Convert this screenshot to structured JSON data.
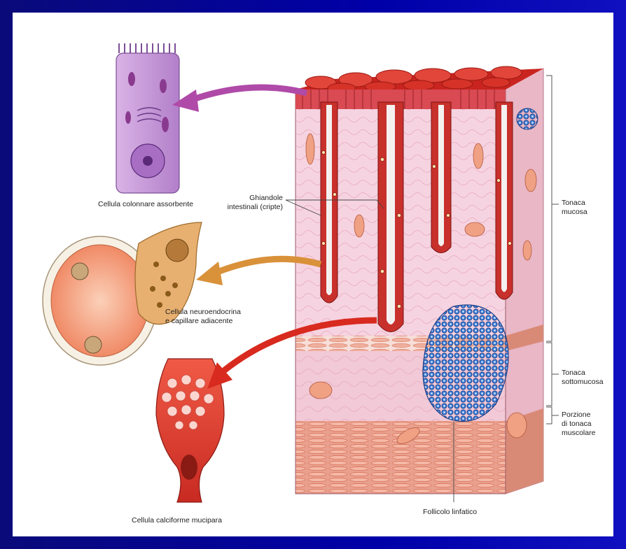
{
  "labels": {
    "absorbent_cell": "Cellula colonnare assorbente",
    "glands_line1": "Ghiandole",
    "glands_line2": "intestinali (cripte)",
    "neuroendocrine_line1": "Cellula neuroendocrina",
    "neuroendocrine_line2": "e capillare adiacente",
    "goblet_cell": "Cellula calciforme mucipara",
    "lymph_follicle": "Follicolo linfatico",
    "mucosa_line1": "Tonaca",
    "mucosa_line2": "mucosa",
    "submucosa_line1": "Tonaca",
    "submucosa_line2": "sottomucosa",
    "muscular_line1": "Porzione",
    "muscular_line2": "di tonaca",
    "muscular_line3": "muscolare"
  },
  "colors": {
    "slide_background": "#0000a8",
    "panel_background": "#ffffff",
    "surface_epithelium": "#d8302a",
    "lamina_propria": "#f6d3e0",
    "submucosa": "#f2c9d6",
    "muscle_layer": "#e9a08e",
    "lymph_follicle": "#2d6fc0",
    "absorbent_cell": "#c9a0d8",
    "neuroendocrine_cell": "#e8b070",
    "goblet_cell": "#e03a30",
    "arrow_purple": "#b04aa8",
    "arrow_orange": "#d9913a",
    "arrow_red": "#d82a1e"
  }
}
